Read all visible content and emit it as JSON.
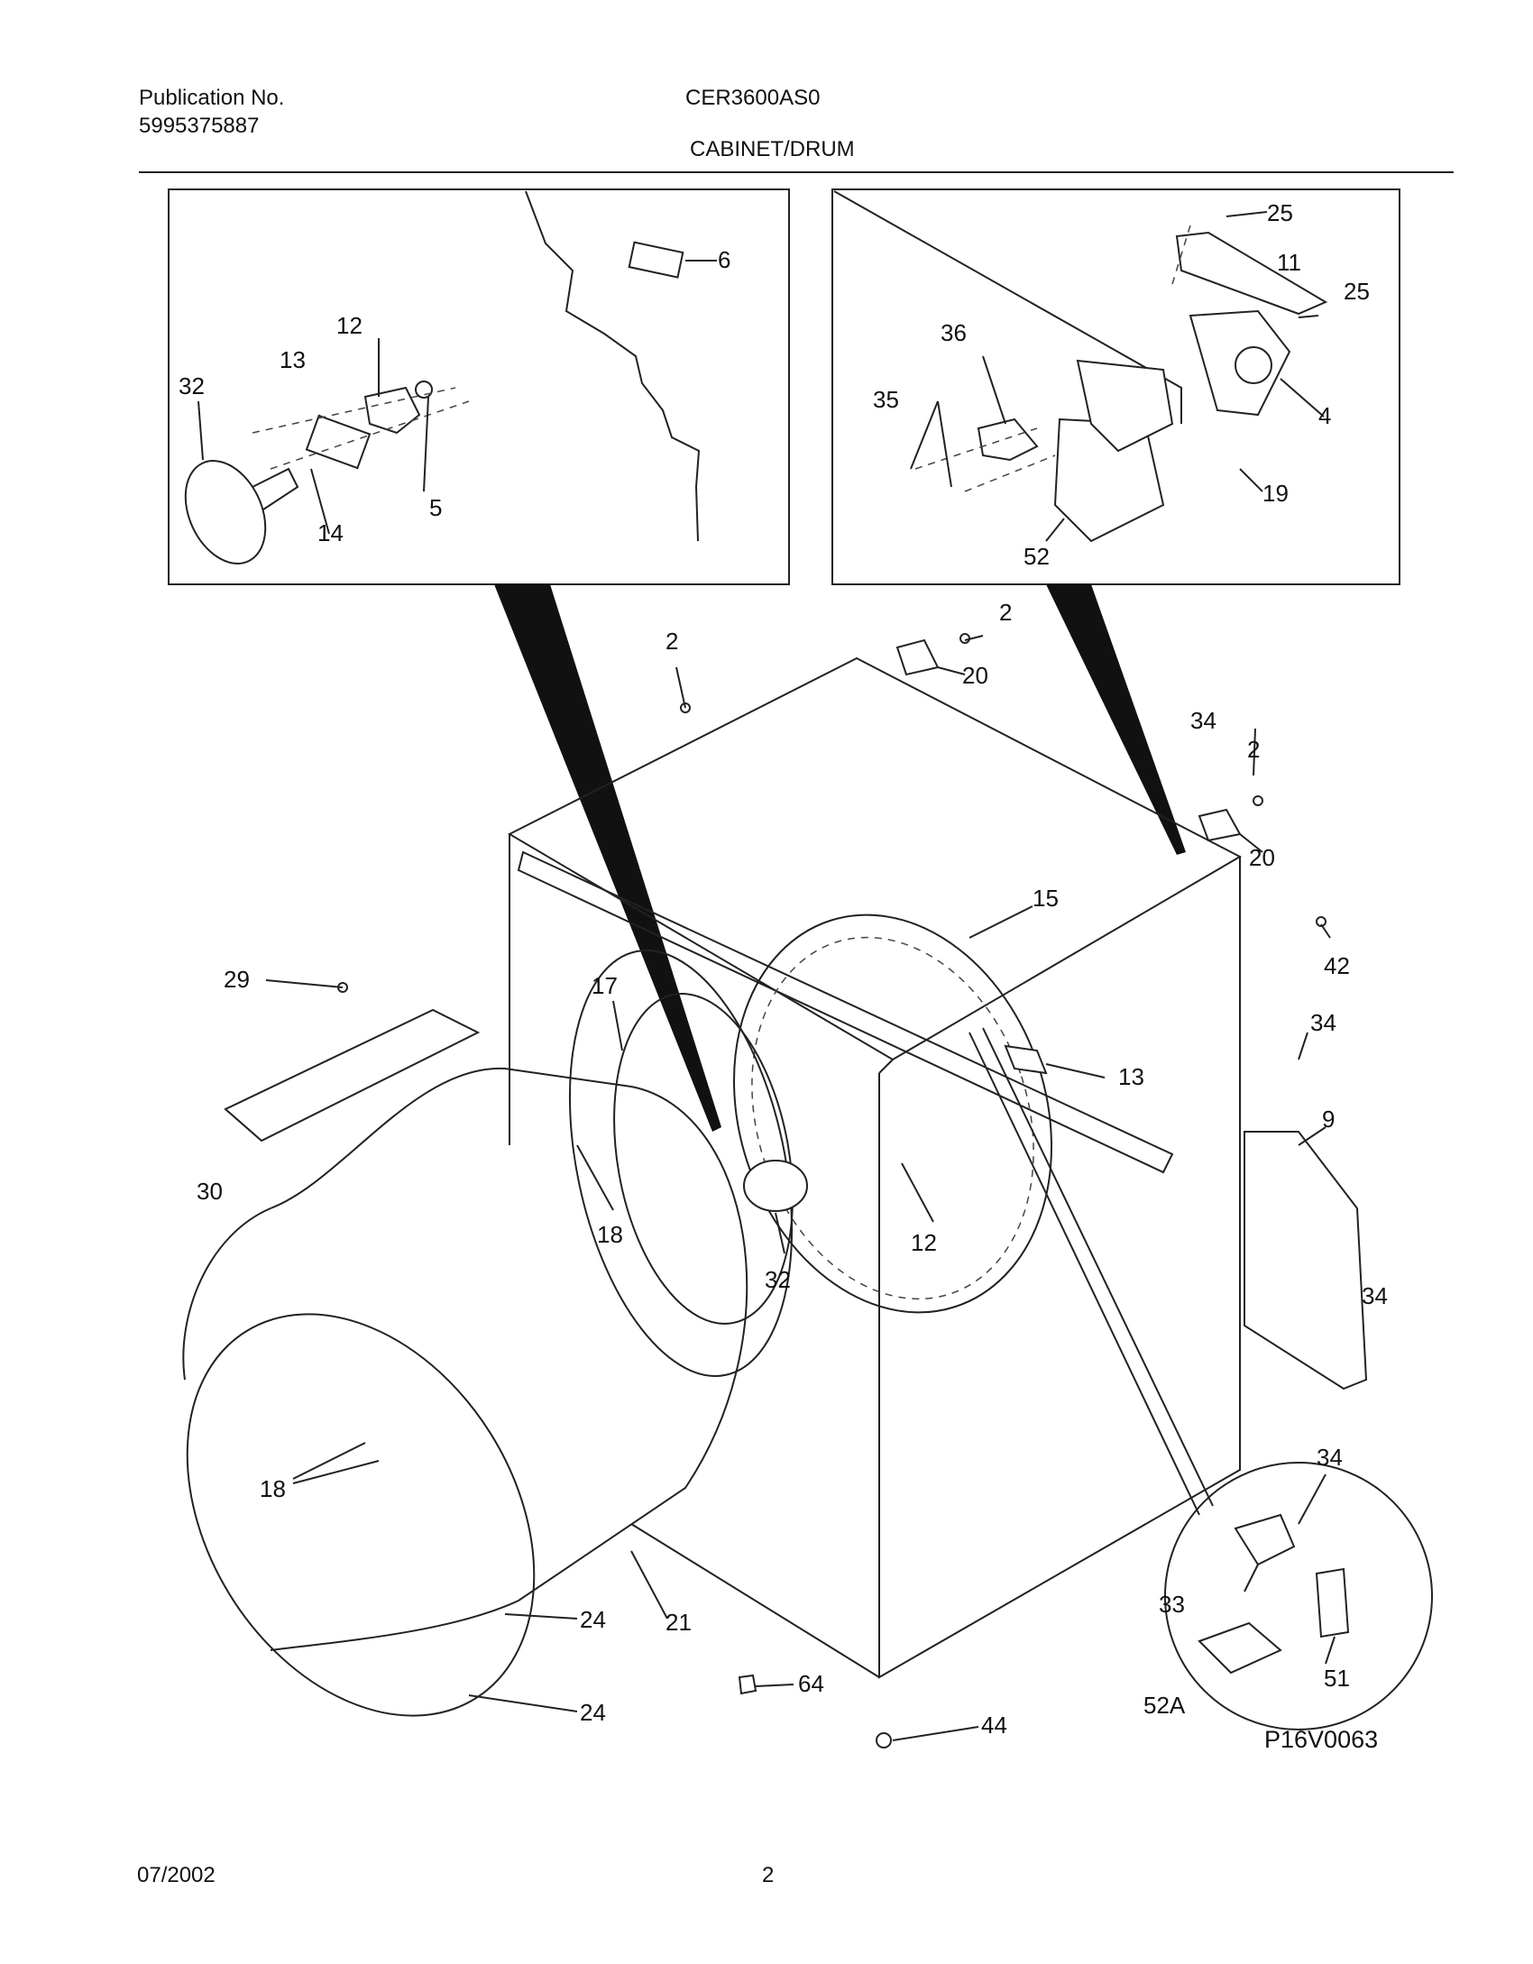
{
  "header": {
    "publication_label": "Publication No.",
    "publication_number": "5995375887",
    "model": "CER3600AS0",
    "section": "CABINET/DRUM"
  },
  "callouts": {
    "c2a": "2",
    "c2b": "2",
    "c2c": "2",
    "c4": "4",
    "c5": "5",
    "c6": "6",
    "c9": "9",
    "c11": "11",
    "c12a": "12",
    "c12b": "12",
    "c13a": "13",
    "c13b": "13",
    "c14": "14",
    "c15": "15",
    "c17": "17",
    "c18a": "18",
    "c18b": "18",
    "c19": "19",
    "c20a": "20",
    "c20b": "20",
    "c21": "21",
    "c24a": "24",
    "c24b": "24",
    "c25a": "25",
    "c25b": "25",
    "c29": "29",
    "c30": "30",
    "c32a": "32",
    "c32b": "32",
    "c33": "33",
    "c34a": "34",
    "c34b": "34",
    "c34c": "34",
    "c34d": "34",
    "c35": "35",
    "c36": "36",
    "c42": "42",
    "c44": "44",
    "c51": "51",
    "c52": "52",
    "c52a": "52A",
    "c64": "64"
  },
  "footer": {
    "date": "07/2002",
    "page": "2",
    "drawing_code": "P16V0063"
  }
}
